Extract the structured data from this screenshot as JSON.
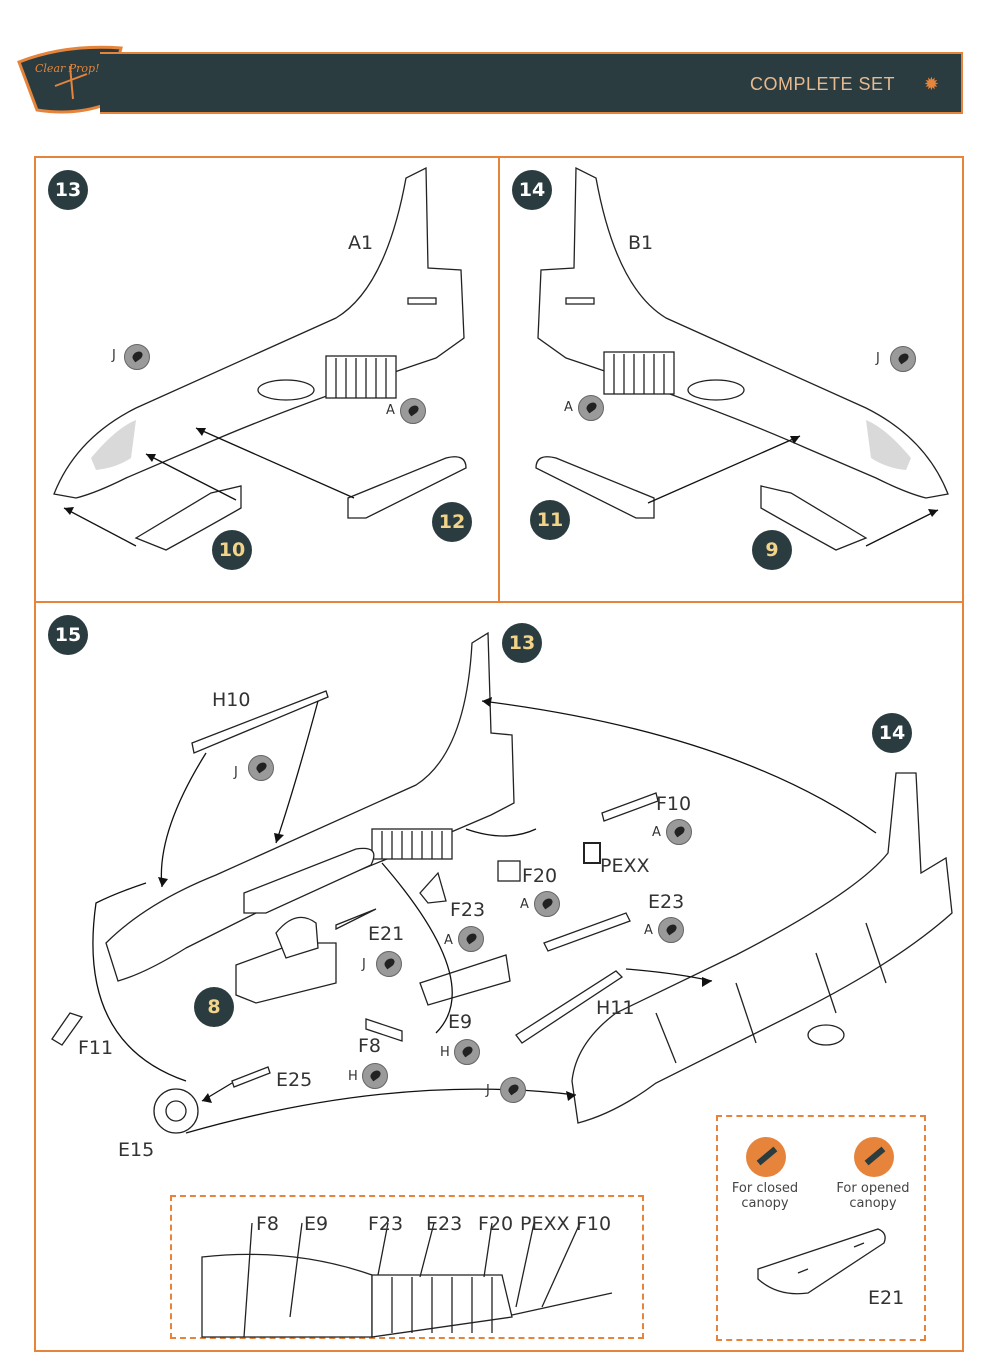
{
  "header": {
    "title": "COMPLETE SET",
    "gear_icon": "gear-icon",
    "logo": "Clear Prop!"
  },
  "colors": {
    "accent": "#e5843a",
    "dark": "#2b3c40",
    "badge_text_alt": "#f2d38a"
  },
  "step13": {
    "step": "13",
    "part": "A1",
    "paints": [
      {
        "letter": "J"
      },
      {
        "letter": "A"
      }
    ],
    "subassemblies": [
      "12",
      "10"
    ]
  },
  "step14": {
    "step": "14",
    "part": "B1",
    "paints": [
      {
        "letter": "J"
      },
      {
        "letter": "A"
      }
    ],
    "subassemblies": [
      "11",
      "9"
    ]
  },
  "step15": {
    "step": "15",
    "ref_badges": [
      "13",
      "14",
      "8"
    ],
    "parts": [
      "H10",
      "F10",
      "PEXX",
      "F20",
      "F23",
      "E23",
      "E21",
      "H11",
      "E9",
      "F8",
      "F11",
      "E25",
      "E15"
    ],
    "paints": [
      {
        "part": "H10",
        "letter": "J"
      },
      {
        "part": "F10",
        "letter": "A"
      },
      {
        "part": "F20",
        "letter": "A"
      },
      {
        "part": "F23",
        "letter": "A"
      },
      {
        "part": "E23",
        "letter": "A"
      },
      {
        "part": "E21",
        "letter": "J"
      },
      {
        "part": "E9",
        "letter": "H"
      },
      {
        "part": "F8",
        "letter": "H"
      },
      {
        "part": "H11",
        "letter": "J"
      }
    ]
  },
  "detail_labels": [
    "F8",
    "E9",
    "F23",
    "E23",
    "F20",
    "PEXX",
    "F10"
  ],
  "canopy_options": {
    "closed": "For closed canopy",
    "opened": "For opened canopy",
    "part": "E21"
  }
}
